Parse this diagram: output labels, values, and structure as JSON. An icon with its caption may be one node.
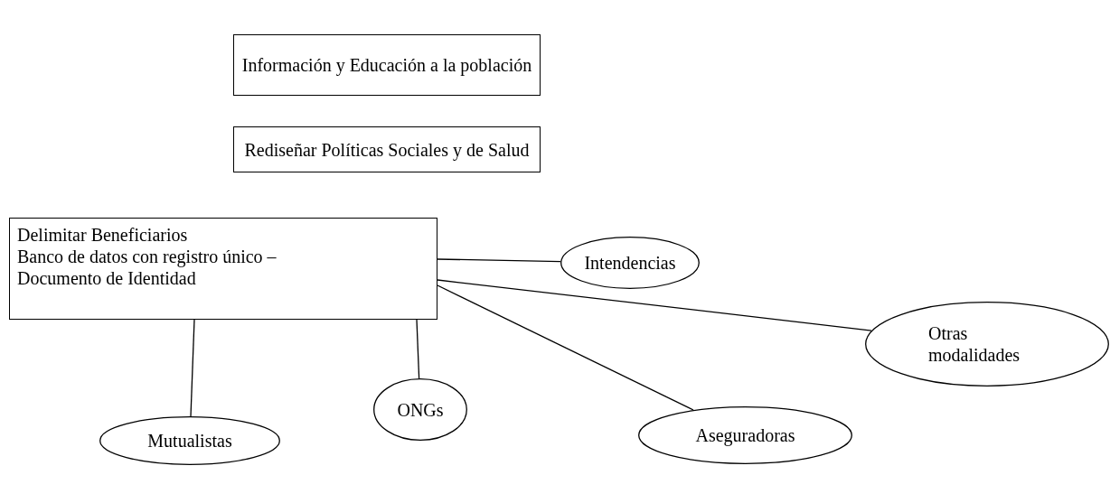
{
  "diagram": {
    "nodes": [
      {
        "text": [
          "Información y Educación a la población"
        ]
      },
      {
        "text": [
          "Rediseñar Políticas Sociales y de Salud"
        ]
      },
      {
        "text": [
          "Delimitar Beneficiarios",
          "Banco de datos con registro único – Documento de Identidad"
        ]
      },
      {
        "text": [
          "Intendencias"
        ]
      },
      {
        "text": [
          "Otras modalidades"
        ]
      },
      {
        "text": [
          "Mutualistas"
        ]
      },
      {
        "text": [
          "ONGs"
        ]
      },
      {
        "text": [
          "Aseguradoras"
        ]
      }
    ],
    "edges": [
      {
        "from": 2,
        "to": 3,
        "arrow": "none"
      },
      {
        "from": 2,
        "to": 4,
        "arrow": "none"
      },
      {
        "from": 2,
        "to": 7,
        "arrow": "none"
      },
      {
        "from": 2,
        "to": 6,
        "arrow": "none"
      },
      {
        "from": 2,
        "to": 5,
        "arrow": "none"
      }
    ]
  }
}
